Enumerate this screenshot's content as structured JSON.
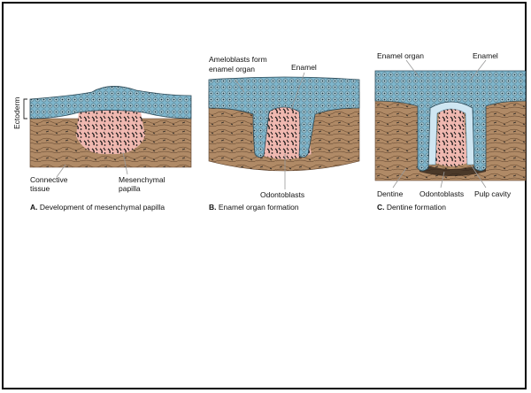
{
  "panels": [
    {
      "letter": "A.",
      "caption": "Development of mesenchymal papilla",
      "labels": {
        "ectoderm": "Ectoderm",
        "connective_line1": "Connective",
        "connective_line2": "tissue",
        "mesenchymal_line1": "Mesenchymal",
        "mesenchymal_line2": "papilla"
      }
    },
    {
      "letter": "B.",
      "caption": "Enamel organ formation",
      "labels": {
        "ameloblasts_line1": "Ameloblasts form",
        "ameloblasts_line2": "enamel organ",
        "enamel": "Enamel",
        "odontoblasts": "Odontoblasts"
      }
    },
    {
      "letter": "C.",
      "caption": "Dentine formation",
      "labels": {
        "enamel_organ": "Enamel organ",
        "enamel": "Enamel",
        "dentine": "Dentine",
        "odontoblasts": "Odontoblasts",
        "pulp_cavity": "Pulp cavity"
      }
    }
  ],
  "colors": {
    "epithelium": "#7fb6cc",
    "connective": "#b08a66",
    "papilla": "#f0b8b0",
    "enamel": "#cfe6f2",
    "cell_dark": "#1a1a1a"
  }
}
